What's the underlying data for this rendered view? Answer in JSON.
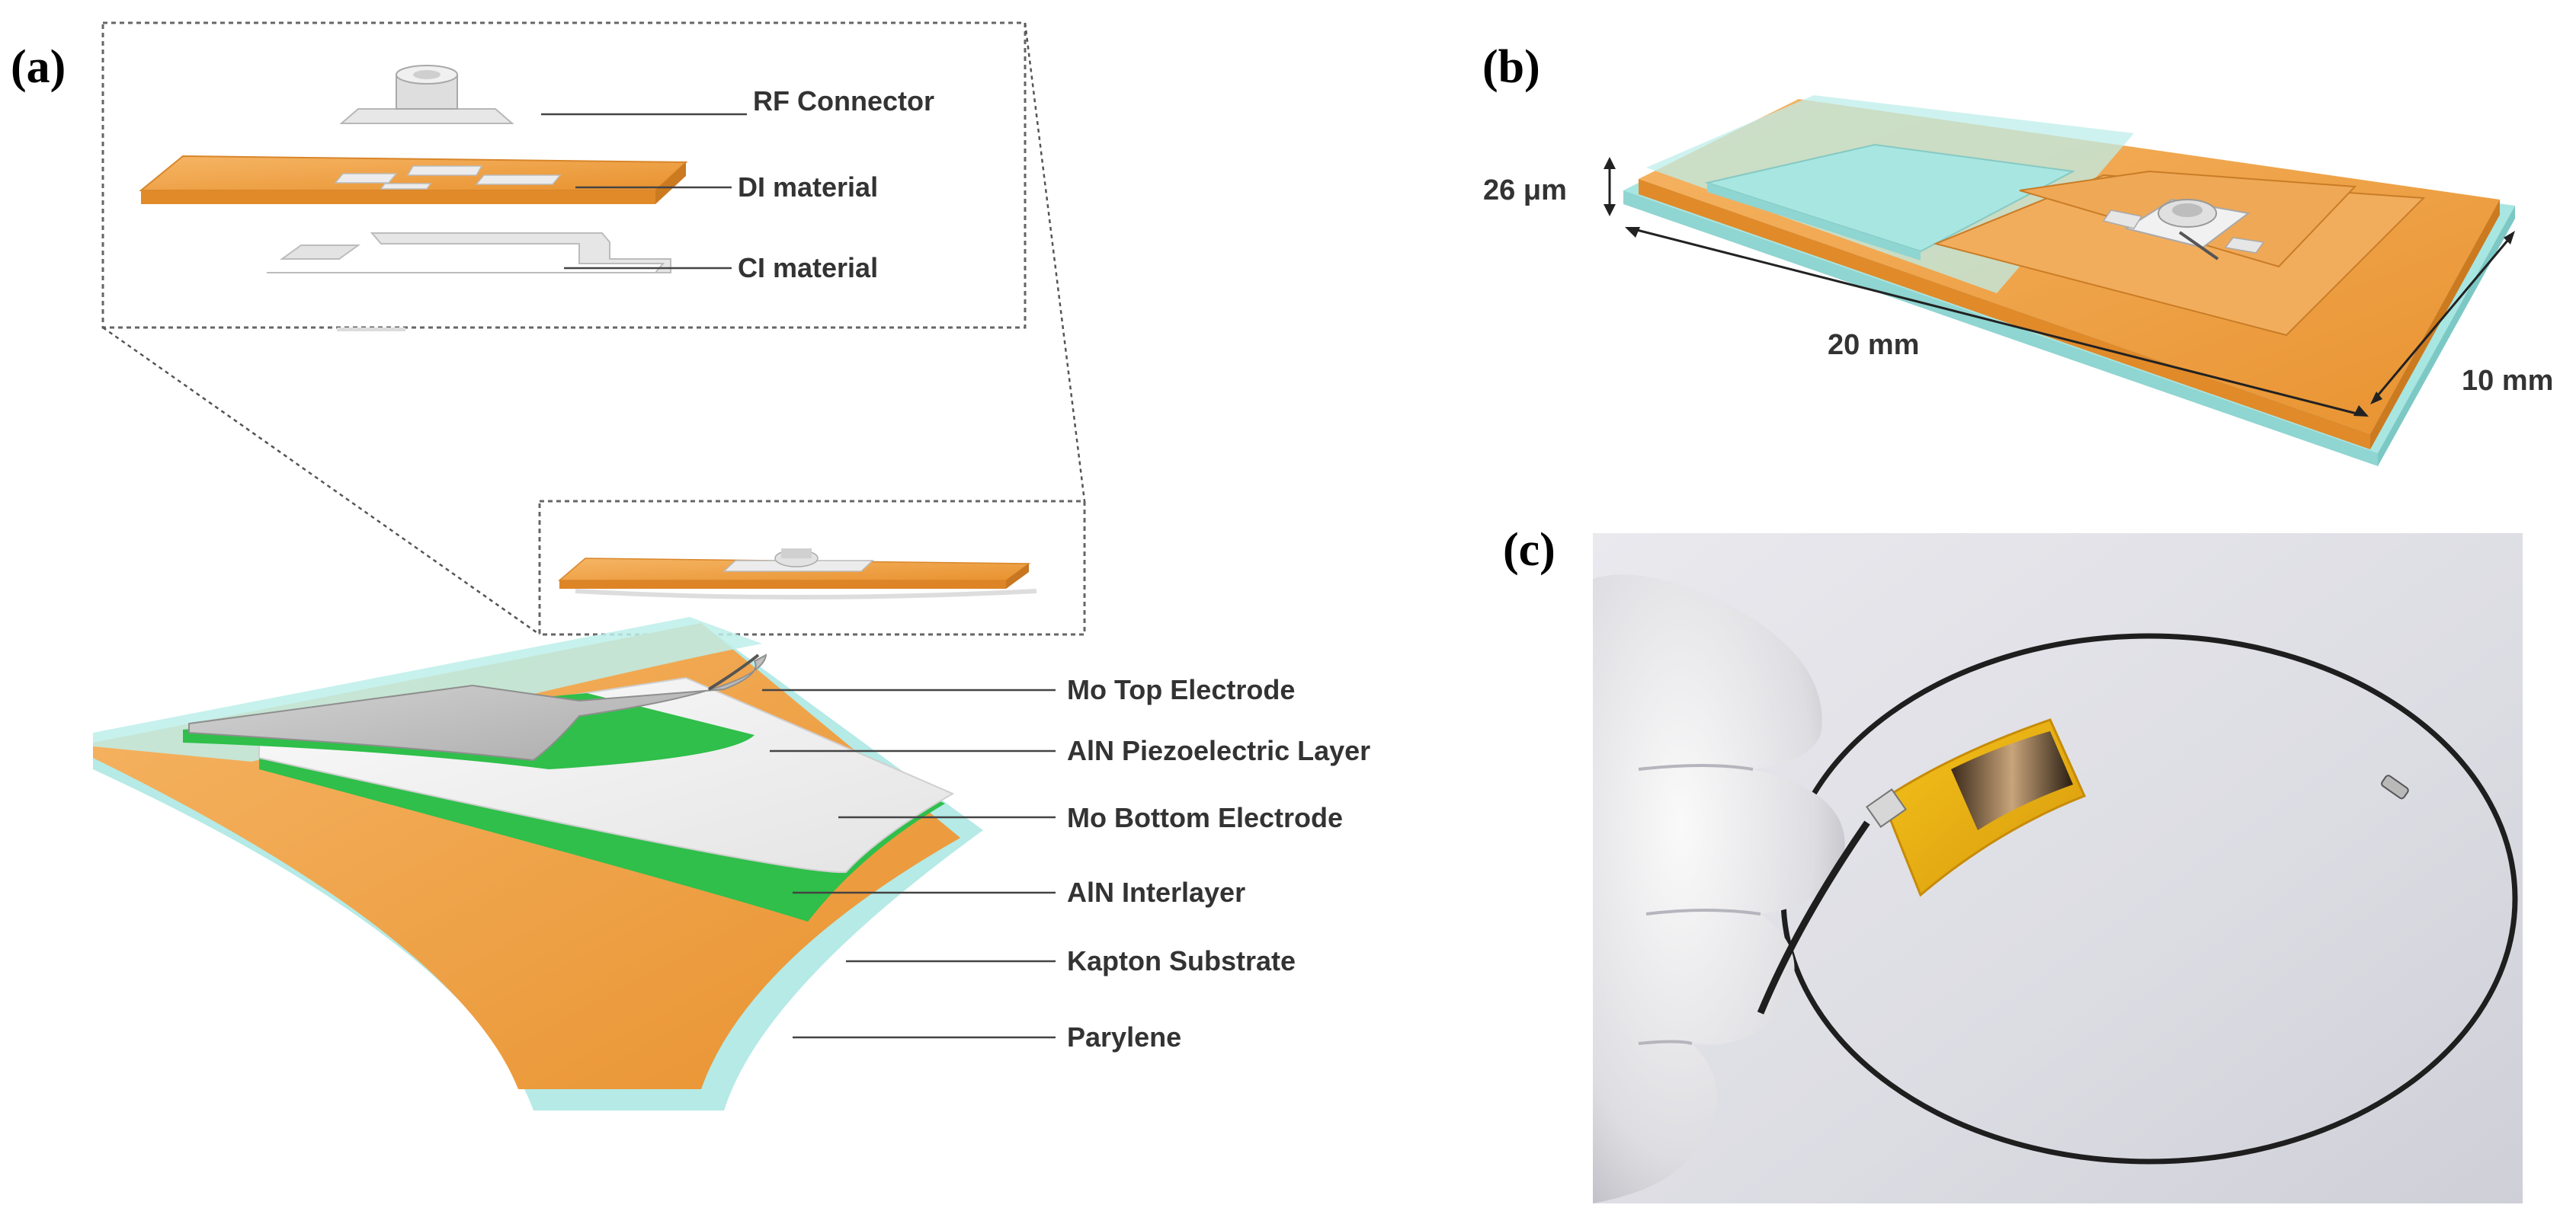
{
  "panels": {
    "a": {
      "letter": "(a)"
    },
    "b": {
      "letter": "(b)"
    },
    "c": {
      "letter": "(c)"
    }
  },
  "inset_labels": [
    "RF Connector",
    "DI material",
    "CI material"
  ],
  "layer_labels": [
    "Mo Top Electrode",
    "AlN Piezoelectric Layer",
    "Mo Bottom Electrode",
    "AlN Interlayer",
    "Kapton Substrate",
    "Parylene"
  ],
  "dimensions": {
    "thickness": "26 μm",
    "length": "20 mm",
    "width": "10 mm"
  },
  "colors": {
    "kapton": "#f0a24a",
    "parylene": "#a8e6e2",
    "aln": "#2fbf4a",
    "electrode": "#c9c9c9",
    "connector": "#d5d5d5"
  }
}
